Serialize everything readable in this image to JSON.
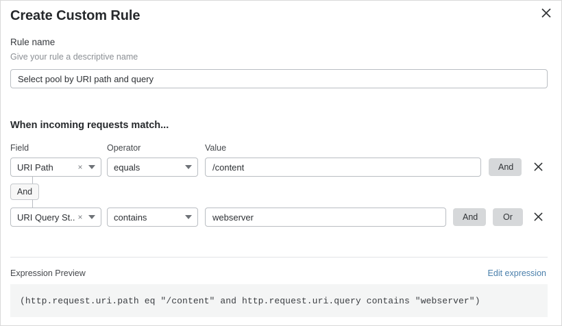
{
  "modal": {
    "title": "Create Custom Rule",
    "close_icon": "close-icon"
  },
  "rule_name": {
    "label": "Rule name",
    "description": "Give your rule a descriptive name",
    "value": "Select pool by URI path and query",
    "placeholder": "Enter rule name"
  },
  "match_section": {
    "heading": "When incoming requests match...",
    "columns": {
      "field": "Field",
      "operator": "Operator",
      "value": "Value"
    },
    "connector": {
      "label": "And"
    },
    "rows": [
      {
        "field": "URI Path",
        "field_clear_icon": "clear-icon",
        "field_caret_icon": "chevron-down-icon",
        "operator": "equals",
        "operator_caret_icon": "chevron-down-icon",
        "value": "/content",
        "value_placeholder": "Enter value",
        "and_label": "And",
        "delete_icon": "close-icon"
      },
      {
        "field": "URI Query St...",
        "field_clear_icon": "clear-icon",
        "field_caret_icon": "chevron-down-icon",
        "operator": "contains",
        "operator_caret_icon": "chevron-down-icon",
        "value": "webserver",
        "value_placeholder": "Enter value",
        "and_label": "And",
        "or_label": "Or",
        "delete_icon": "close-icon"
      }
    ]
  },
  "expression_preview": {
    "label": "Expression Preview",
    "edit_link": "Edit expression",
    "expression": "(http.request.uri.path eq \"/content\" and http.request.uri.query contains \"webserver\")"
  },
  "colors": {
    "link": "#4a7fab",
    "button_bg": "#d6d8da",
    "border": "#b9bdc2",
    "code_bg": "#f4f5f5"
  }
}
